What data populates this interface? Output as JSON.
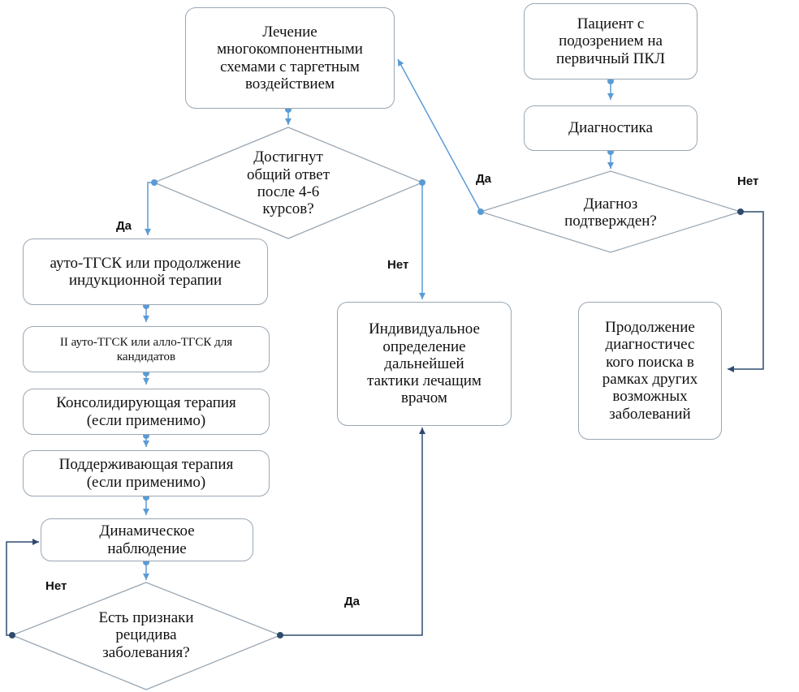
{
  "nodes": {
    "patient": "Пациент с\nподозрением на\nпервичный ПКЛ",
    "diagnostics": "Диагностика",
    "diag_confirmed": "Диагноз\nподтвержден?",
    "continue_search": "Продолжение\nдиагностичес\nкого поиска в\nрамках других\nвозможных\nзаболеваний",
    "treatment": "Лечение\nмногокомпонентными\nсхемами с таргетным\nвоздействием",
    "response": "Достигнут\nобщий ответ\nпосле 4-6\nкурсов?",
    "auto_tgsk": "ауто-ТГСК или продолжение\nиндукционной терапии",
    "second_tgsk": "II ауто-ТГСК или алло-ТГСК для\nкандидатов",
    "consolidation": "Консолидирующая терапия\n(если применимо)",
    "maintenance": "Поддерживающая терапия\n(если применимо)",
    "observation": "Динамическое\nнаблюдение",
    "relapse": "Есть признаки\nрецидива\nзаболевания?",
    "individual": "Индивидуальное\nопределение\nдальнейшей\nтактики лечащим\nврачом"
  },
  "labels": {
    "diag_yes": "Да",
    "diag_no": "Нет",
    "response_yes": "Да",
    "response_no": "Нет",
    "relapse_no": "Нет",
    "relapse_yes": "Да"
  },
  "colors": {
    "connector_blue": "#5b9bd5",
    "connector_dark": "#2e4b6e",
    "box_border": "#9aa7b3"
  }
}
